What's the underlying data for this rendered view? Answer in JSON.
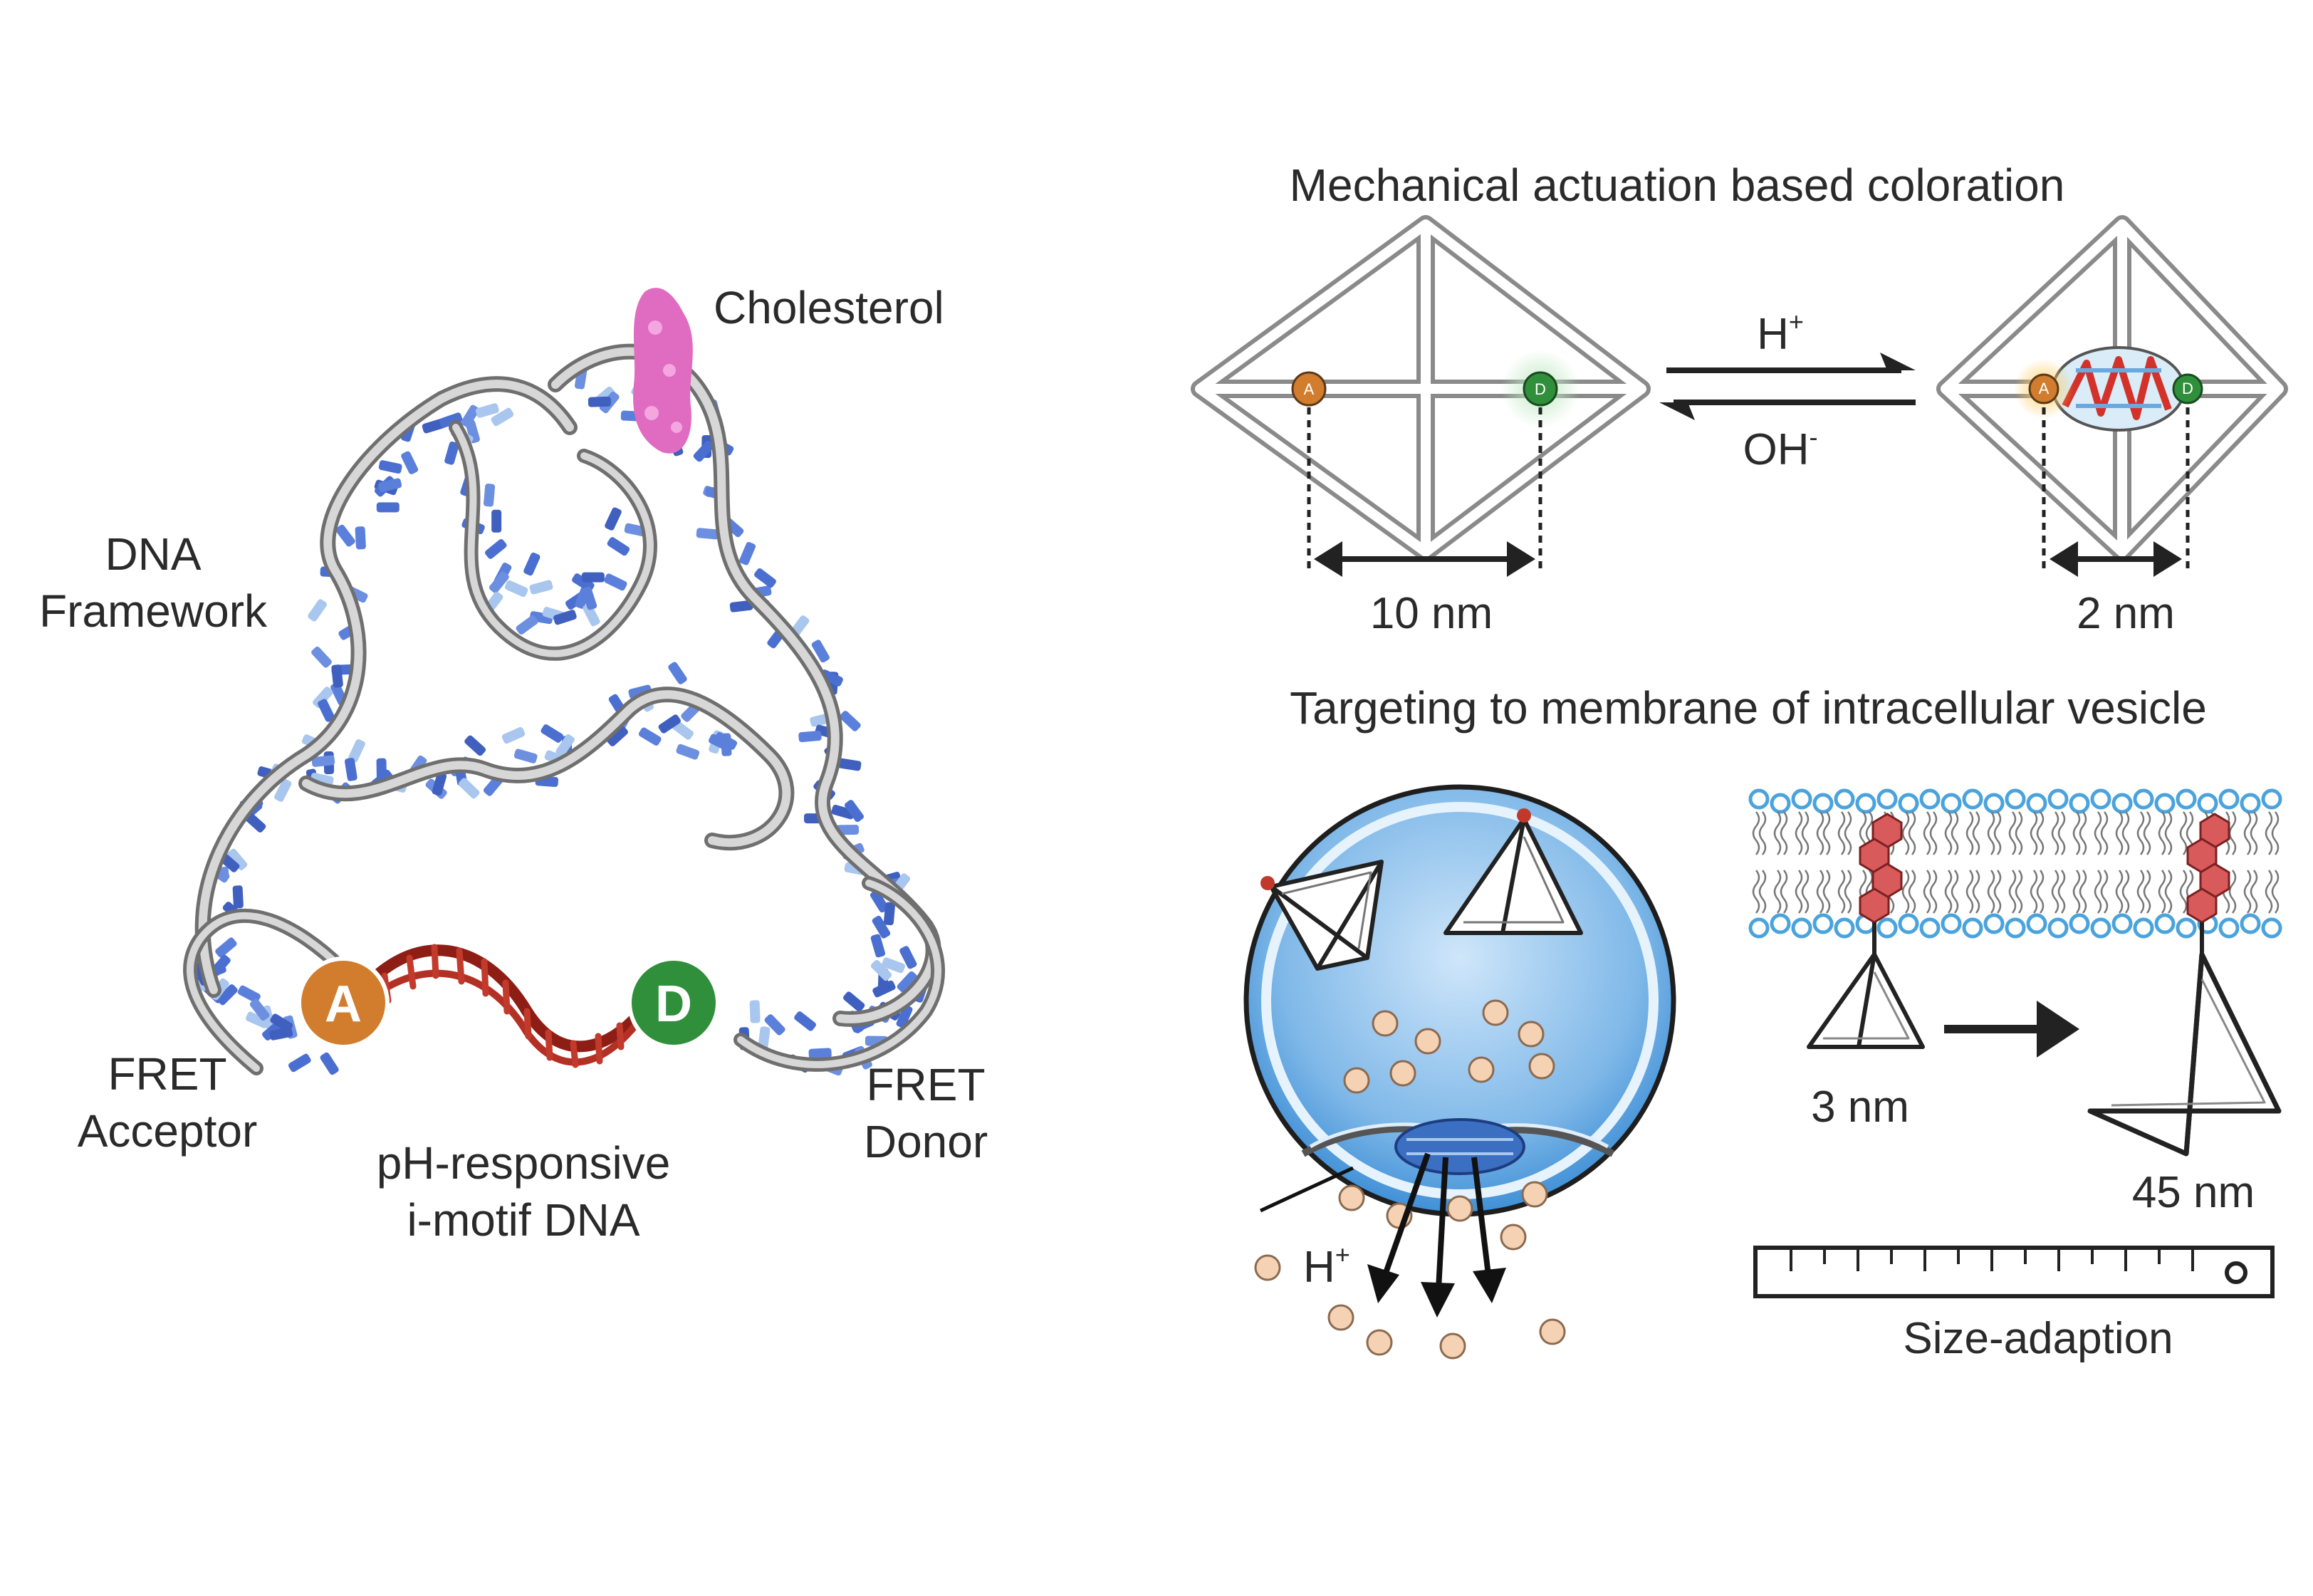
{
  "left_panel": {
    "cholesterol_label": "Cholesterol",
    "framework_label": [
      "DNA",
      "Framework"
    ],
    "acceptor_label": [
      "FRET",
      "Acceptor"
    ],
    "donor_label": [
      "FRET",
      "Donor"
    ],
    "imotif_label": [
      "pH-responsive",
      "i-motif DNA"
    ],
    "acceptor_badge": "A",
    "donor_badge": "D",
    "colors": {
      "acceptor": "#d27c2e",
      "donor": "#2f8f3a",
      "imotif": "#a3231a",
      "cholesterol": "#e06cc1",
      "bases": "#4a6fd0",
      "backbone": "#b8b8b8"
    }
  },
  "top_right": {
    "title": "Mechanical actuation based coloration",
    "forward_reagent": "H",
    "forward_reagent_charge": "+",
    "reverse_reagent": "OH",
    "reverse_reagent_charge": "-",
    "left_distance": "10 nm",
    "right_distance": "2 nm",
    "acceptor_badge": "A",
    "donor_badge": "D"
  },
  "bottom_right": {
    "title": "Targeting to membrane of intracellular vesicle",
    "proton_label": "H",
    "proton_charge": "+",
    "small_size": "3 nm",
    "large_size": "45 nm",
    "ruler_label": "Size-adaption",
    "colors": {
      "vesicle": "#7fb8e8",
      "membrane": "#4aa3dc",
      "proton": "#f6d2b4",
      "cholesterol_ring": "#d85a5a"
    }
  }
}
